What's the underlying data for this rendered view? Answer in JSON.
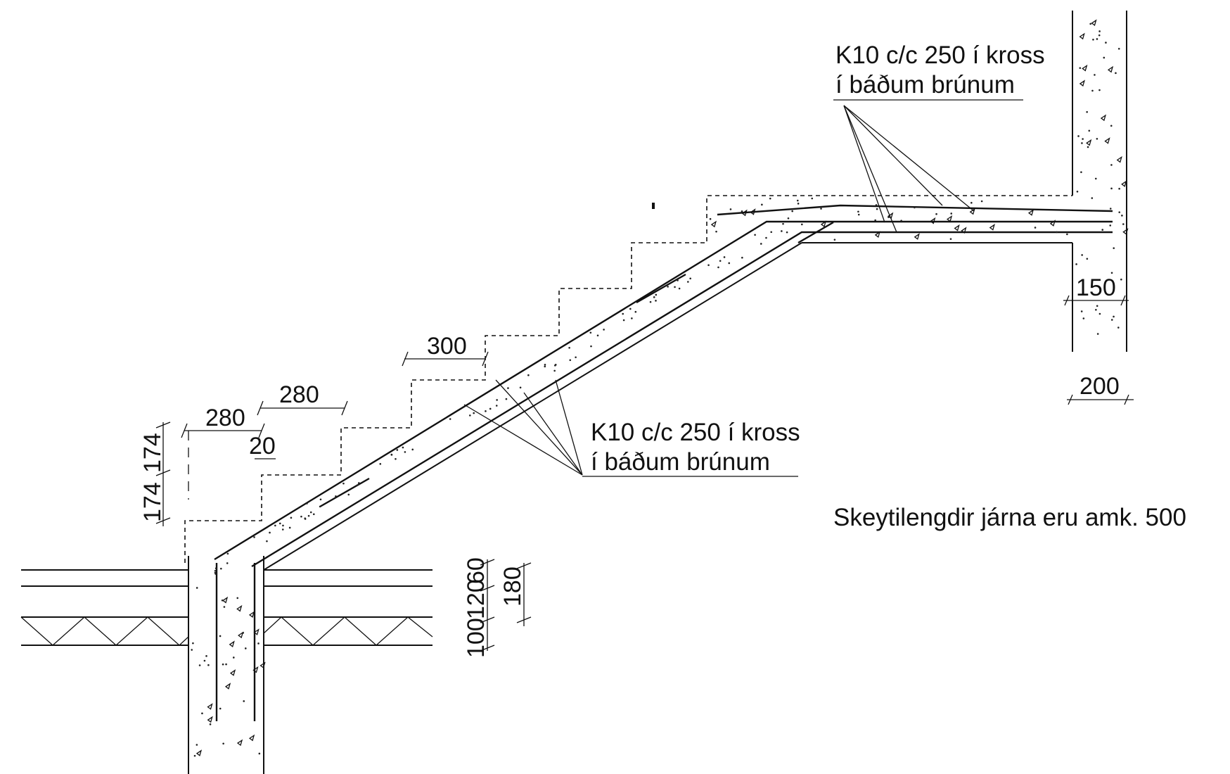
{
  "notes": {
    "rebar_top": {
      "line1": "K10 c/c 250 í kross",
      "line2": "í báðum brúnum"
    },
    "rebar_mid": {
      "line1": "K10 c/c 250 í kross",
      "line2": "í báðum brúnum"
    },
    "lap_length": "Skeytilengdir járna eru amk. 500"
  },
  "dimensions": {
    "tread_upper": "300",
    "tread_mid": "280",
    "tread_lower": "280",
    "nosing": "20",
    "riser_lower": "174",
    "riser_upper": "174",
    "wall_cover": "150",
    "wall_thickness": "200",
    "floor_100": "100",
    "floor_120": "120",
    "floor_60": "60",
    "floor_180": "180"
  }
}
